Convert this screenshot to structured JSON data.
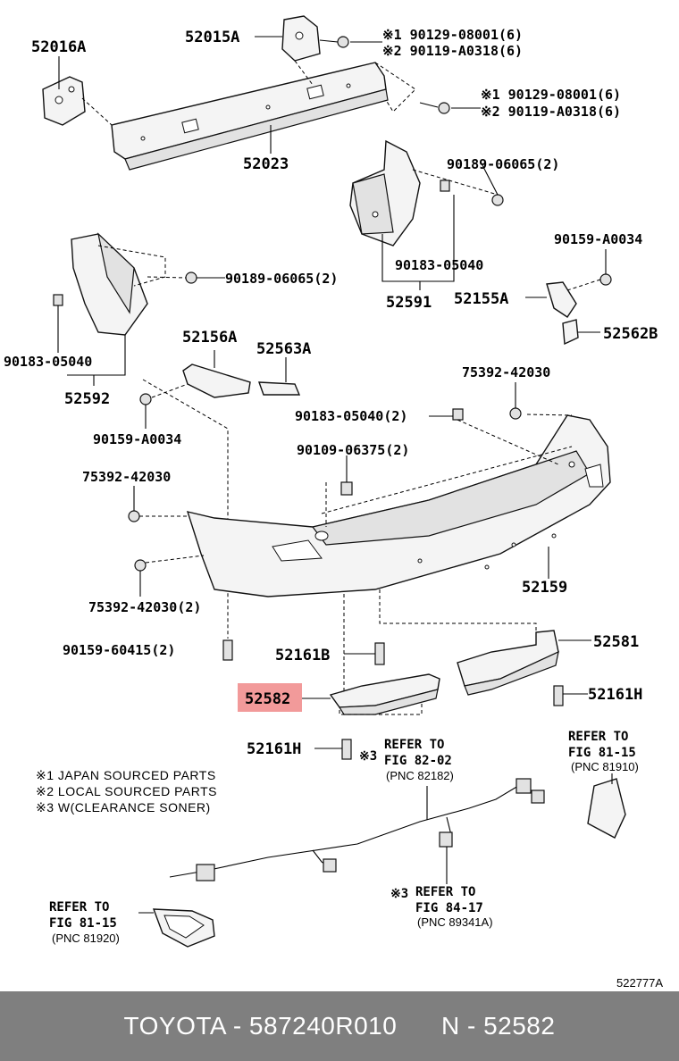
{
  "labels": {
    "p52016A": "52016A",
    "p52015A": "52015A",
    "p52023": "52023",
    "n1_a": "※1 90129-08001(6)",
    "n2_a": "※2 90119-A0318(6)",
    "n1_b": "※1 90129-08001(6)",
    "n2_b": "※2 90119-A0318(6)",
    "p90189_r": "90189-06065(2)",
    "p90183_r": "90183-05040",
    "p52591": "52591",
    "p90159_r": "90159-A0034",
    "p52155A": "52155A",
    "p52562B": "52562B",
    "p90189_l": "90189-06065(2)",
    "p90183_l": "90183-05040",
    "p52592": "52592",
    "p52156A": "52156A",
    "p52563A": "52563A",
    "p90159_l": "90159-A0034",
    "p75392_top": "75392-42030",
    "p90183_c": "90183-05040(2)",
    "p90109": "90109-06375(2)",
    "p75392_mid": "75392-42030",
    "p75392_low": "75392-42030(2)",
    "p52159": "52159",
    "p90159_60415": "90159-60415(2)",
    "p52161B": "52161B",
    "p52581": "52581",
    "p52582": "52582",
    "p52161H_r": "52161H",
    "p52161H_l": "52161H",
    "mark3": "※3",
    "refer_to": "REFER TO",
    "fig8202": "FIG 82-02",
    "pnc82182": "(PNC 82182)",
    "fig8115_r": "FIG 81-15",
    "pnc81910": "(PNC 81910)",
    "fig8417": "FIG 84-17",
    "pnc89341A": "(PNC 89341A)",
    "fig8115_l": "FIG 81-15",
    "pnc81920": "(PNC 81920)",
    "diagram_code": "522777A"
  },
  "notes": [
    "※1 JAPAN SOURCED PARTS",
    "※2 LOCAL SOURCED PARTS",
    "※3 W(CLEARANCE SONER)"
  ],
  "highlighted_part": "52582",
  "colors": {
    "highlight": "#f29a9a",
    "footer_bg": "#7f7f7f",
    "footer_text": "#ffffff"
  },
  "footer": {
    "text": "TOYOTA - 587240R010      N - 52582"
  }
}
